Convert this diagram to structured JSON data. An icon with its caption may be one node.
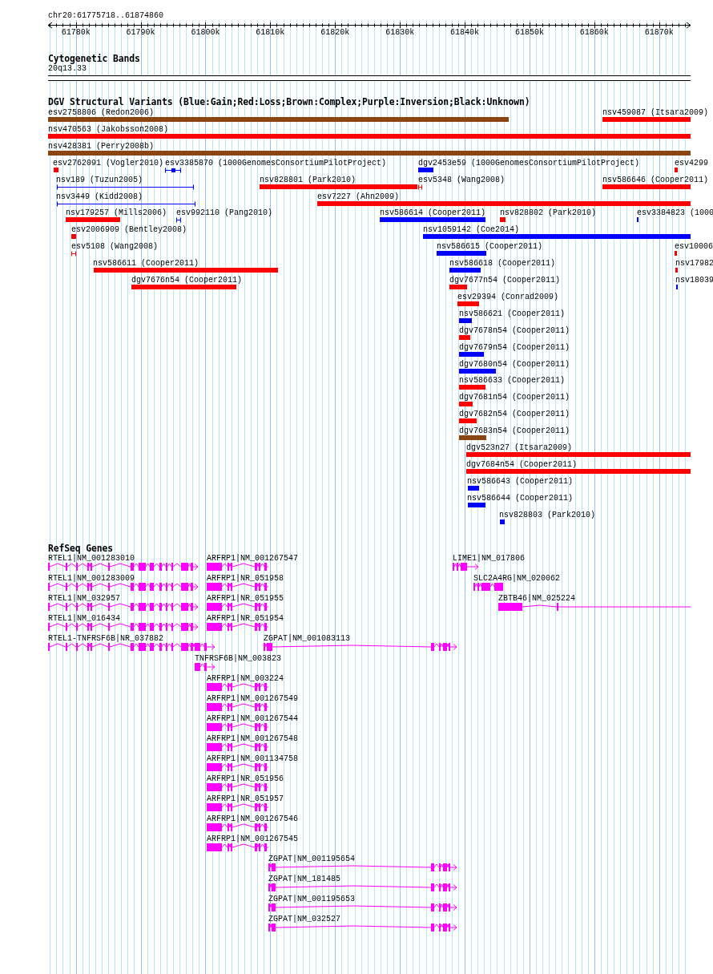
{
  "diagram": {
    "nodes": [
      {
        "text": [
          "esv2758806 (Redon2006)"
        ]
      },
      {
        "text": [
          "nsv459087 (Itsara2009)"
        ]
      },
      {
        "text": [
          "nsv470563 (Jakobsson2008)"
        ]
      },
      {
        "text": [
          "nsv428381 (Perry2008b)"
        ]
      },
      {
        "text": [
          "esv2762091 (Vogler2010)"
        ]
      },
      {
        "text": [
          "esv3385870 (1000GenomesConsortiumPilotProject)"
        ]
      },
      {
        "text": [
          "dgv2453e59 (1000GenomesConsortiumPilotProject)"
        ]
      },
      {
        "text": [
          "esv4299"
        ]
      },
      {
        "text": [
          "nsv189 (Tuzun2005)"
        ]
      },
      {
        "text": [
          "nsv828801 (Park2010)"
        ]
      },
      {
        "text": [
          "esv5348 (Wang2008)"
        ]
      },
      {
        "text": [
          "nsv586646 (Cooper2011)"
        ]
      },
      {
        "text": [
          "nsv3449 (Kidd2008)"
        ]
      },
      {
        "text": [
          "esv7227 (Ahn2009)"
        ]
      },
      {
        "text": [
          "nsv179257 (Mills2006)"
        ]
      },
      {
        "text": [
          "esv992110 (Pang2010)"
        ]
      },
      {
        "text": [
          "nsv586614 (Cooper2011)"
        ]
      },
      {
        "text": [
          "nsv828802 (Park2010)"
        ]
      },
      {
        "text": [
          "esv3384823 (1000"
        ]
      },
      {
        "text": [
          "esv2006909 (Bentley2008)"
        ]
      },
      {
        "text": [
          "nsv1059142 (Coe2014)"
        ]
      },
      {
        "text": [
          "esv5108 (Wang2008)"
        ]
      },
      {
        "text": [
          "nsv586615 (Cooper2011)"
        ]
      },
      {
        "text": [
          "esv10006"
        ]
      },
      {
        "text": [
          "nsv586611 (Cooper2011)"
        ]
      },
      {
        "text": [
          "nsv586618 (Cooper2011)"
        ]
      },
      {
        "text": [
          "nsv17982"
        ]
      },
      {
        "text": [
          "dgv7676n54 (Cooper2011)"
        ]
      },
      {
        "text": [
          "dgv7677n54 (Cooper2011)"
        ]
      },
      {
        "text": [
          "nsv18039"
        ]
      },
      {
        "text": [
          "esv29394 (Conrad2009)"
        ]
      },
      {
        "text": [
          "nsv586621 (Cooper2011)"
        ]
      },
      {
        "text": [
          "dgv7678n54 (Cooper2011)"
        ]
      },
      {
        "text": [
          "dgv7679n54 (Cooper2011)"
        ]
      },
      {
        "text": [
          "dgv7680n54 (Cooper2011)"
        ]
      },
      {
        "text": [
          "nsv586633 (Cooper2011)"
        ]
      },
      {
        "text": [
          "dgv7681n54 (Cooper2011)"
        ]
      },
      {
        "text": [
          "dgv7682n54 (Cooper2011)"
        ]
      },
      {
        "text": [
          "dgv7683n54 (Cooper2011)"
        ]
      },
      {
        "text": [
          "dgv523n27 (Itsara2009)"
        ]
      },
      {
        "text": [
          "dgv7684n54 (Cooper2011)"
        ]
      },
      {
        "text": [
          "nsv586643 (Cooper2011)"
        ]
      },
      {
        "text": [
          "nsv586644 (Cooper2011)"
        ]
      },
      {
        "text": [
          "nsv828803 (Park2010)"
        ]
      },
      {
        "text": [
          "RTEL1|NM_001283010"
        ]
      },
      {
        "text": [
          "ARFRP1|NM_001267547"
        ]
      },
      {
        "text": [
          "LIME1|NM_017806"
        ]
      },
      {
        "text": [
          "RTEL1|NM_001283009"
        ]
      },
      {
        "text": [
          "ARFRP1|NR_051958"
        ]
      },
      {
        "text": [
          "SLC2A4RG|NM_020062"
        ]
      },
      {
        "text": [
          "RTEL1|NM_032957"
        ]
      },
      {
        "text": [
          "ARFRP1|NR_051955"
        ]
      },
      {
        "text": [
          "ZBTB46|NM_025224"
        ]
      },
      {
        "text": [
          "RTEL1|NM_016434"
        ]
      },
      {
        "text": [
          "ARFRP1|NR_051954"
        ]
      },
      {
        "text": [
          "RTEL1-TNFRSF6B|NR_037882"
        ]
      },
      {
        "text": [
          "ZGPAT|NM_001083113"
        ]
      },
      {
        "text": [
          "TNFRSF6B|NM_003823"
        ]
      },
      {
        "text": [
          "ARFRP1|NM_003224"
        ]
      },
      {
        "text": [
          "ARFRP1|NM_001267549"
        ]
      },
      {
        "text": [
          "ARFRP1|NM_001267544"
        ]
      },
      {
        "text": [
          "ARFRP1|NM_001267548"
        ]
      },
      {
        "text": [
          "ARFRP1|NM_001134758"
        ]
      },
      {
        "text": [
          "ARFRP1|NR_051956"
        ]
      },
      {
        "text": [
          "ARFRP1|NR_051957"
        ]
      },
      {
        "text": [
          "ARFRP1|NM_001267546"
        ]
      },
      {
        "text": [
          "ARFRP1|NM_001267545"
        ]
      },
      {
        "text": [
          "ZGPAT|NM_001195654"
        ]
      },
      {
        "text": [
          "ZGPAT|NM_181485"
        ]
      },
      {
        "text": [
          "ZGPAT|NM_001195653"
        ]
      },
      {
        "text": [
          "ZGPAT|NM_032527"
        ]
      }
    ],
    "labels": [
      "chr20:61775718..61874860",
      "61780k",
      "61790k",
      "61800k",
      "61810k",
      "61820k",
      "61830k",
      "61840k",
      "61850k",
      "61860k",
      "61870k",
      "Cytogenetic Bands",
      "20q13.33",
      "DGV Structural Variants (Blue:Gain;Red:Loss;Brown:Complex;Purple:Inversion;Black:Unknown)",
      "RefSeq Genes"
    ]
  }
}
